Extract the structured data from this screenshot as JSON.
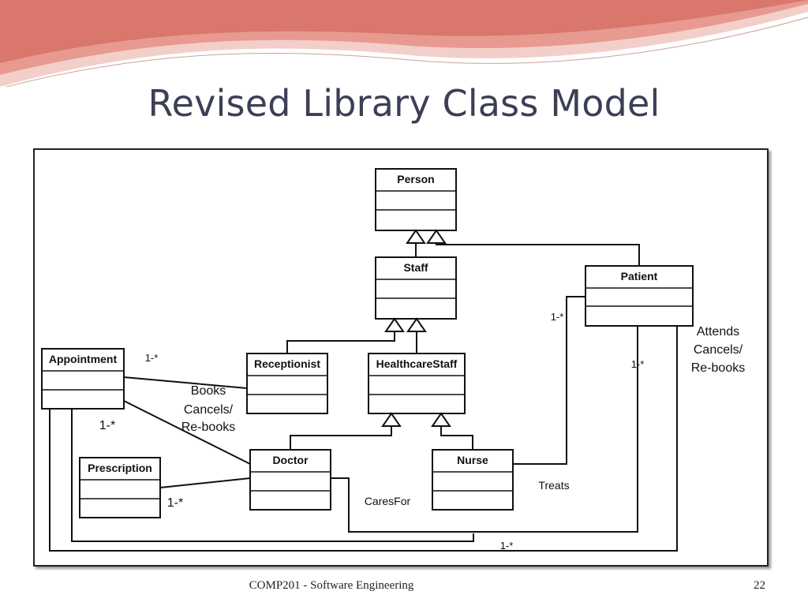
{
  "slide": {
    "title": "Revised Library Class Model",
    "footer": "COMP201 - Software Engineering",
    "page_number": "22"
  },
  "classes": {
    "person": "Person",
    "staff": "Staff",
    "patient": "Patient",
    "appointment": "Appointment",
    "receptionist": "Receptionist",
    "healthcare_staff": "HealthcareStaff",
    "doctor": "Doctor",
    "nurse": "Nurse",
    "prescription": "Prescription"
  },
  "associations": {
    "books_1": "Books",
    "books_2": "Cancels/",
    "books_3": "Re-books",
    "attends_1": "Attends",
    "attends_2": "Cancels/",
    "attends_3": "Re-books",
    "cares_for": "CaresFor",
    "treats": "Treats"
  },
  "multiplicities": {
    "appointment_top": "1-*",
    "appointment_doctor": "1-*",
    "prescription": "1-*",
    "patient_left": "1-*",
    "patient_bottom": "1-*",
    "bottom": "1-*"
  },
  "colors": {
    "title": "#3c3f55",
    "wave_dark": "#d9776d",
    "wave_light": "#f0c2bc"
  }
}
